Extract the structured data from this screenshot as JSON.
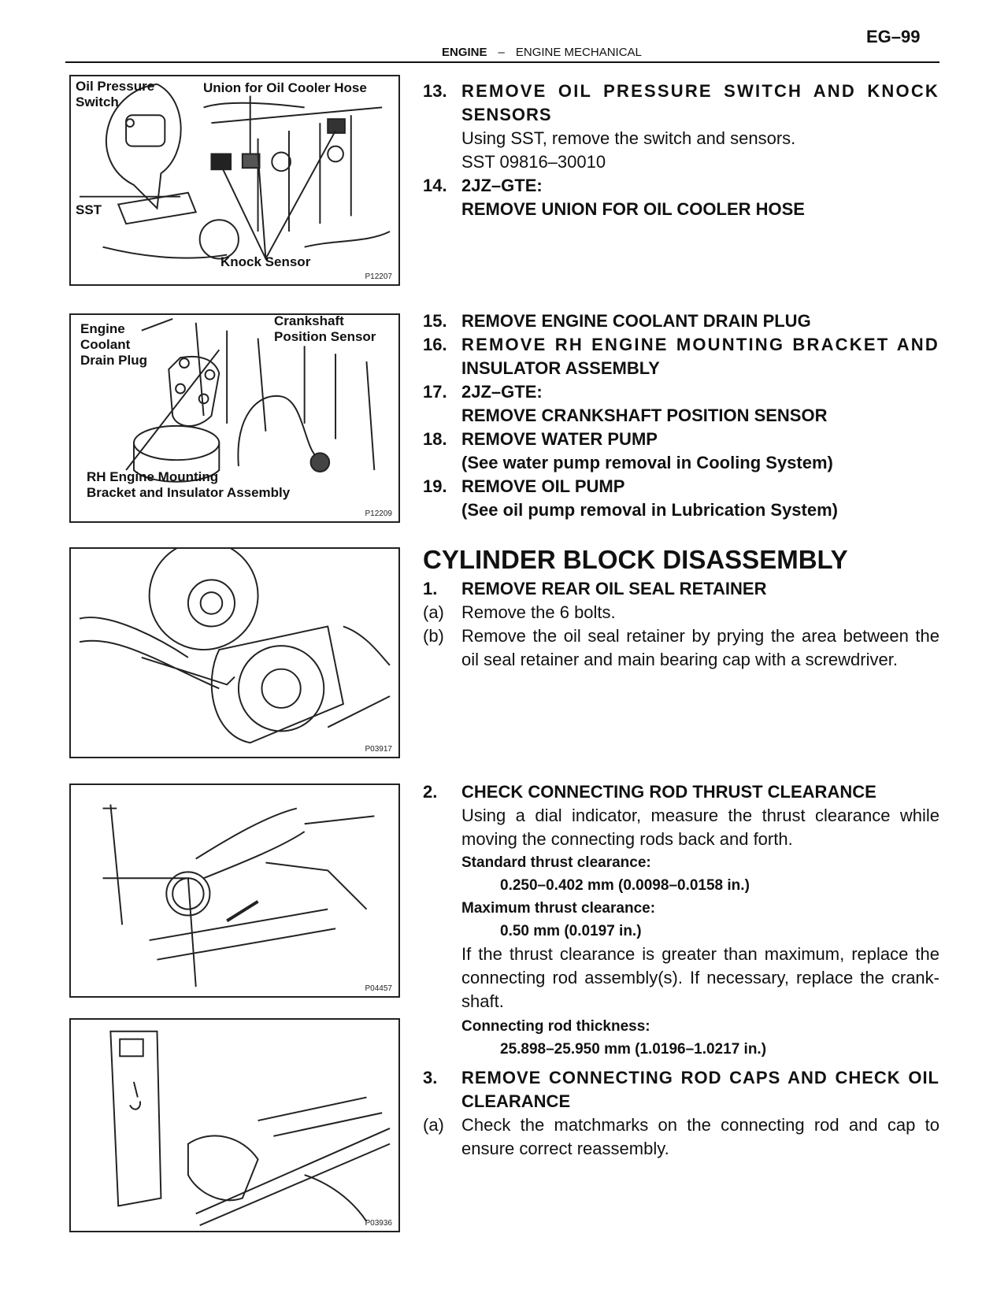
{
  "header": {
    "page_number": "EG–99",
    "section": "ENGINE",
    "separator": "–",
    "subsection": "ENGINE MECHANICAL"
  },
  "figures": [
    {
      "code": "P12207",
      "labels": [
        "Oil Pressure",
        "Switch",
        "Union for Oil Cooler Hose",
        "SST",
        "Knock Sensor"
      ]
    },
    {
      "code": "P12209",
      "labels": [
        "Engine",
        "Coolant",
        "Drain Plug",
        "Crankshaft",
        "Position Sensor",
        "RH Engine Mounting",
        "Bracket and Insulator Assembly"
      ]
    },
    {
      "code": "P03917"
    },
    {
      "code": "P04457"
    },
    {
      "code": "P03936"
    }
  ],
  "steps_a": [
    {
      "num": "13.",
      "lines": [
        "REMOVE OIL PRESSURE SWITCH AND KNOCK",
        "SENSORS"
      ],
      "body": [
        "Using SST, remove the switch and sensors.",
        "SST 09816–30010"
      ]
    },
    {
      "num": "14.",
      "lines": [
        "2JZ–GTE:",
        "REMOVE UNION FOR OIL COOLER HOSE"
      ]
    }
  ],
  "steps_b": [
    {
      "num": "15.",
      "lines": [
        "REMOVE ENGINE COOLANT DRAIN PLUG"
      ]
    },
    {
      "num": "16.",
      "lines": [
        "REMOVE RH ENGINE MOUNTING BRACKET AND",
        "INSULATOR ASSEMBLY"
      ]
    },
    {
      "num": "17.",
      "lines": [
        "2JZ–GTE:",
        "REMOVE CRANKSHAFT POSITION SENSOR"
      ]
    },
    {
      "num": "18.",
      "lines": [
        "REMOVE WATER PUMP",
        "(See water pump removal in Cooling System)"
      ]
    },
    {
      "num": "19.",
      "lines": [
        "REMOVE OIL PUMP",
        "(See oil pump removal in Lubrication System)"
      ]
    }
  ],
  "section_title": "CYLINDER BLOCK DISASSEMBLY",
  "disassembly": {
    "step1": {
      "num": "1.",
      "title": "REMOVE REAR OIL SEAL RETAINER",
      "subs": [
        {
          "mark": "(a)",
          "text": "Remove the 6 bolts."
        },
        {
          "mark": "(b)",
          "text": "Remove the oil seal retainer by prying the area between the oil seal retainer and main bearing cap with a screwdriver."
        }
      ]
    },
    "step2": {
      "num": "2.",
      "title": "CHECK CONNECTING ROD THRUST CLEARANCE",
      "body": "Using a dial indicator, measure the thrust clearance while moving the connecting rods back and forth.",
      "spec1_label": "Standard thrust clearance:",
      "spec1_value": "0.250–0.402 mm (0.0098–0.0158 in.)",
      "spec2_label": "Maximum thrust clearance:",
      "spec2_value": "0.50 mm (0.0197 in.)",
      "body2": "If the thrust clearance is greater than maximum, replace the connecting rod assembly(s). If necessary, replace the crank-shaft.",
      "spec3_label": "Connecting rod thickness:",
      "spec3_value": "25.898–25.950 mm (1.0196–1.0217 in.)"
    },
    "step3": {
      "num": "3.",
      "title_lines": [
        "REMOVE CONNECTING ROD CAPS AND CHECK OIL",
        "CLEARANCE"
      ],
      "subs": [
        {
          "mark": "(a)",
          "text": "Check the matchmarks on the connecting rod and cap to ensure correct reassembly."
        }
      ]
    }
  }
}
